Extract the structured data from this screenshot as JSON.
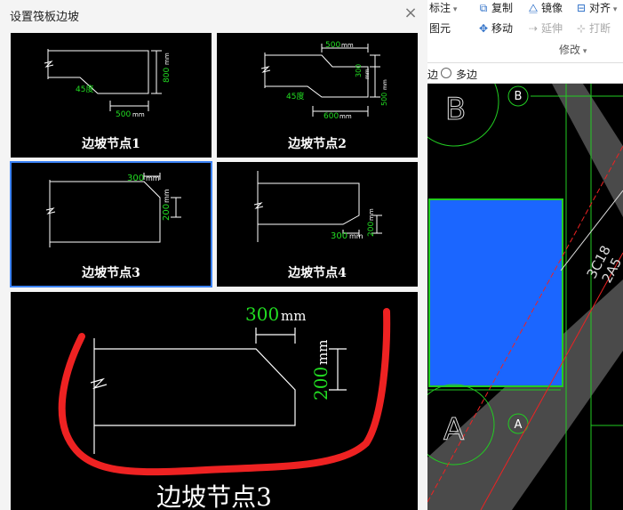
{
  "dialog": {
    "title": "设置筏板边坡",
    "close_glyph": "×"
  },
  "tiles": [
    {
      "caption": "边坡节点1",
      "angle_label": "45度",
      "width_label": "500",
      "width_unit": "mm",
      "height_label": "800",
      "height_unit": "mm"
    },
    {
      "caption": "边坡节点2",
      "top_width": "500",
      "top_unit": "mm",
      "height1": "300",
      "height1_unit": "mm",
      "height2": "500",
      "height2_unit": "mm",
      "angle_label": "45度",
      "bottom_width": "600",
      "bottom_unit": "mm"
    },
    {
      "caption": "边坡节点3",
      "width_label": "300",
      "width_unit": "mm",
      "height_label": "200",
      "height_unit": "mm"
    },
    {
      "caption": "边坡节点4",
      "width_label": "300",
      "width_unit": "mm",
      "height_label": "200",
      "height_unit": "mm"
    }
  ],
  "selected_tile": 3,
  "preview": {
    "caption": "边坡节点3",
    "width_label": "300",
    "width_unit": "mm",
    "height_label": "200",
    "height_unit": "mm"
  },
  "toolbar": {
    "annotate": "标注",
    "copy": "复制",
    "mirror": "镜像",
    "align": "对齐",
    "element": "图元",
    "move": "移动",
    "extend": "延伸",
    "break": "打断",
    "modify_group": "修改"
  },
  "options_bar": {
    "left_fragment": "边",
    "multi_edge": "多边"
  },
  "cad": {
    "axis_b": "B",
    "axis_a": "A",
    "rebar_label_1": "3C18",
    "rebar_label_2": "2A5"
  },
  "colors": {
    "dim_green": "#22dd22",
    "outline_red": "#ee2222",
    "slab_blue": "#1b66ff",
    "selected_border": "#3b82f6"
  }
}
